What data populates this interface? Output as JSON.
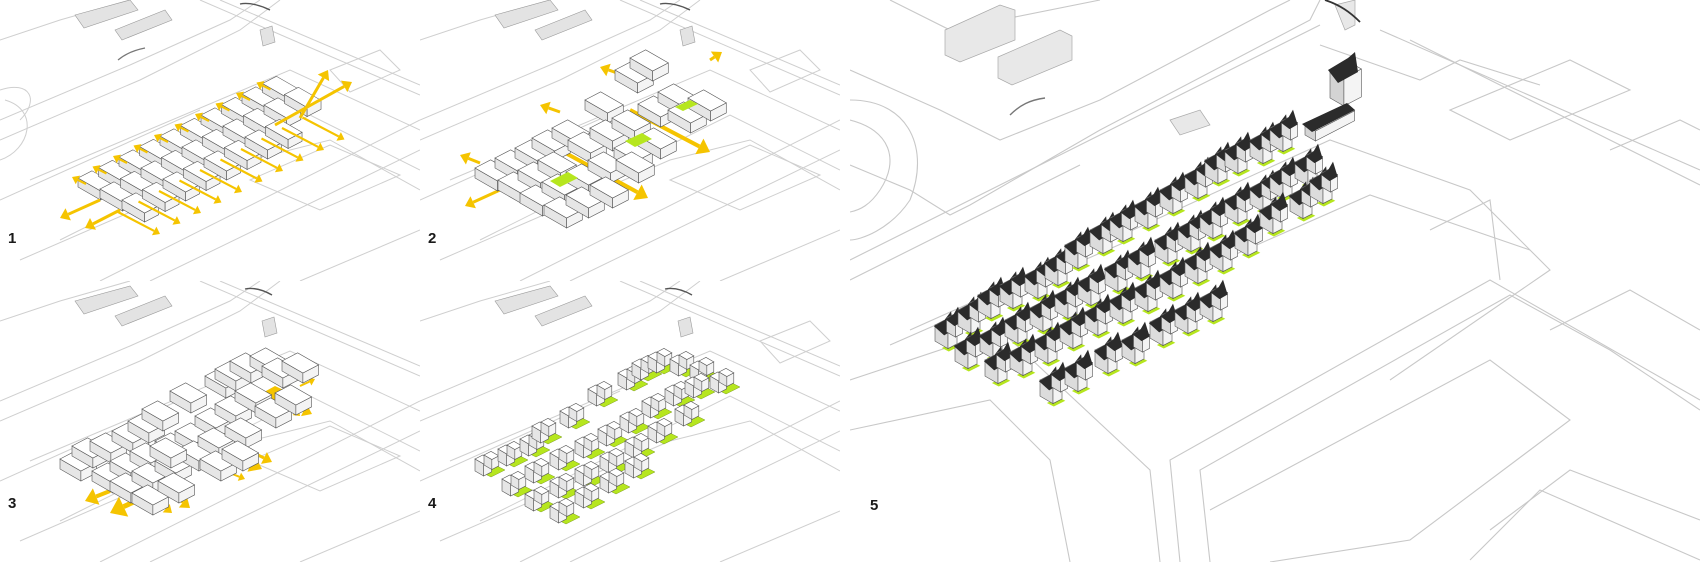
{
  "figure": {
    "description": "Five-step isometric site planning diagram of a residential cluster",
    "colors": {
      "background": "#ffffff",
      "context_lines": "#c8c8c8",
      "building_top": "#ffffff",
      "building_side": "#e6e6e6",
      "building_edge": "#555555",
      "arrow": "#f5c400",
      "green_space": "#b6e61e",
      "roof": "#2b2b2b",
      "label": "#1a1a1a"
    },
    "panels": [
      {
        "id": 1,
        "label": "1",
        "theme": "uniform grid of blocks with parallel yellow axis arrows"
      },
      {
        "id": 2,
        "label": "2",
        "theme": "blocks grouped with two main yellow corridors and green courtyards"
      },
      {
        "id": 3,
        "label": "3",
        "theme": "staggered blocks with yellow open-space flows"
      },
      {
        "id": 4,
        "label": "4",
        "theme": "clustered house volumes with green yard patches"
      },
      {
        "id": 5,
        "label": "5",
        "theme": "final rendered houses with dark pitched roofs and green yards"
      }
    ]
  }
}
